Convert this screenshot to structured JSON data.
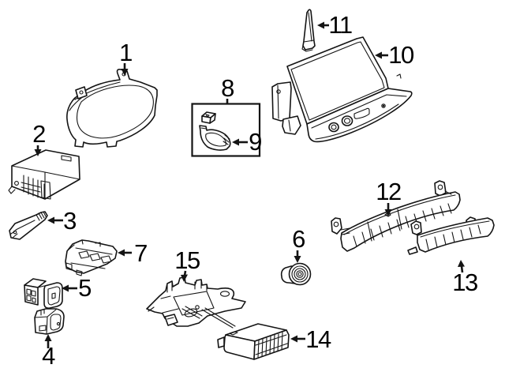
{
  "diagram": {
    "background": "#ffffff",
    "line_color": "#141414",
    "label_color": "#000000",
    "callouts": [
      {
        "number": "1",
        "part": "instrument-cluster"
      },
      {
        "number": "2",
        "part": "body-control-module"
      },
      {
        "number": "3",
        "part": "in-car-sensor"
      },
      {
        "number": "4",
        "part": "single-switch"
      },
      {
        "number": "5",
        "part": "switch-pair"
      },
      {
        "number": "6",
        "part": "round-knob"
      },
      {
        "number": "7",
        "part": "multi-switch-panel"
      },
      {
        "number": "8",
        "part": "hardware-kit-box"
      },
      {
        "number": "9",
        "part": "mounting-clip"
      },
      {
        "number": "10",
        "part": "display-module"
      },
      {
        "number": "11",
        "part": "antenna-fin"
      },
      {
        "number": "12",
        "part": "upper-trim-strip"
      },
      {
        "number": "13",
        "part": "lower-trim-strip"
      },
      {
        "number": "14",
        "part": "control-module"
      },
      {
        "number": "15",
        "part": "mounting-bracket"
      }
    ]
  }
}
